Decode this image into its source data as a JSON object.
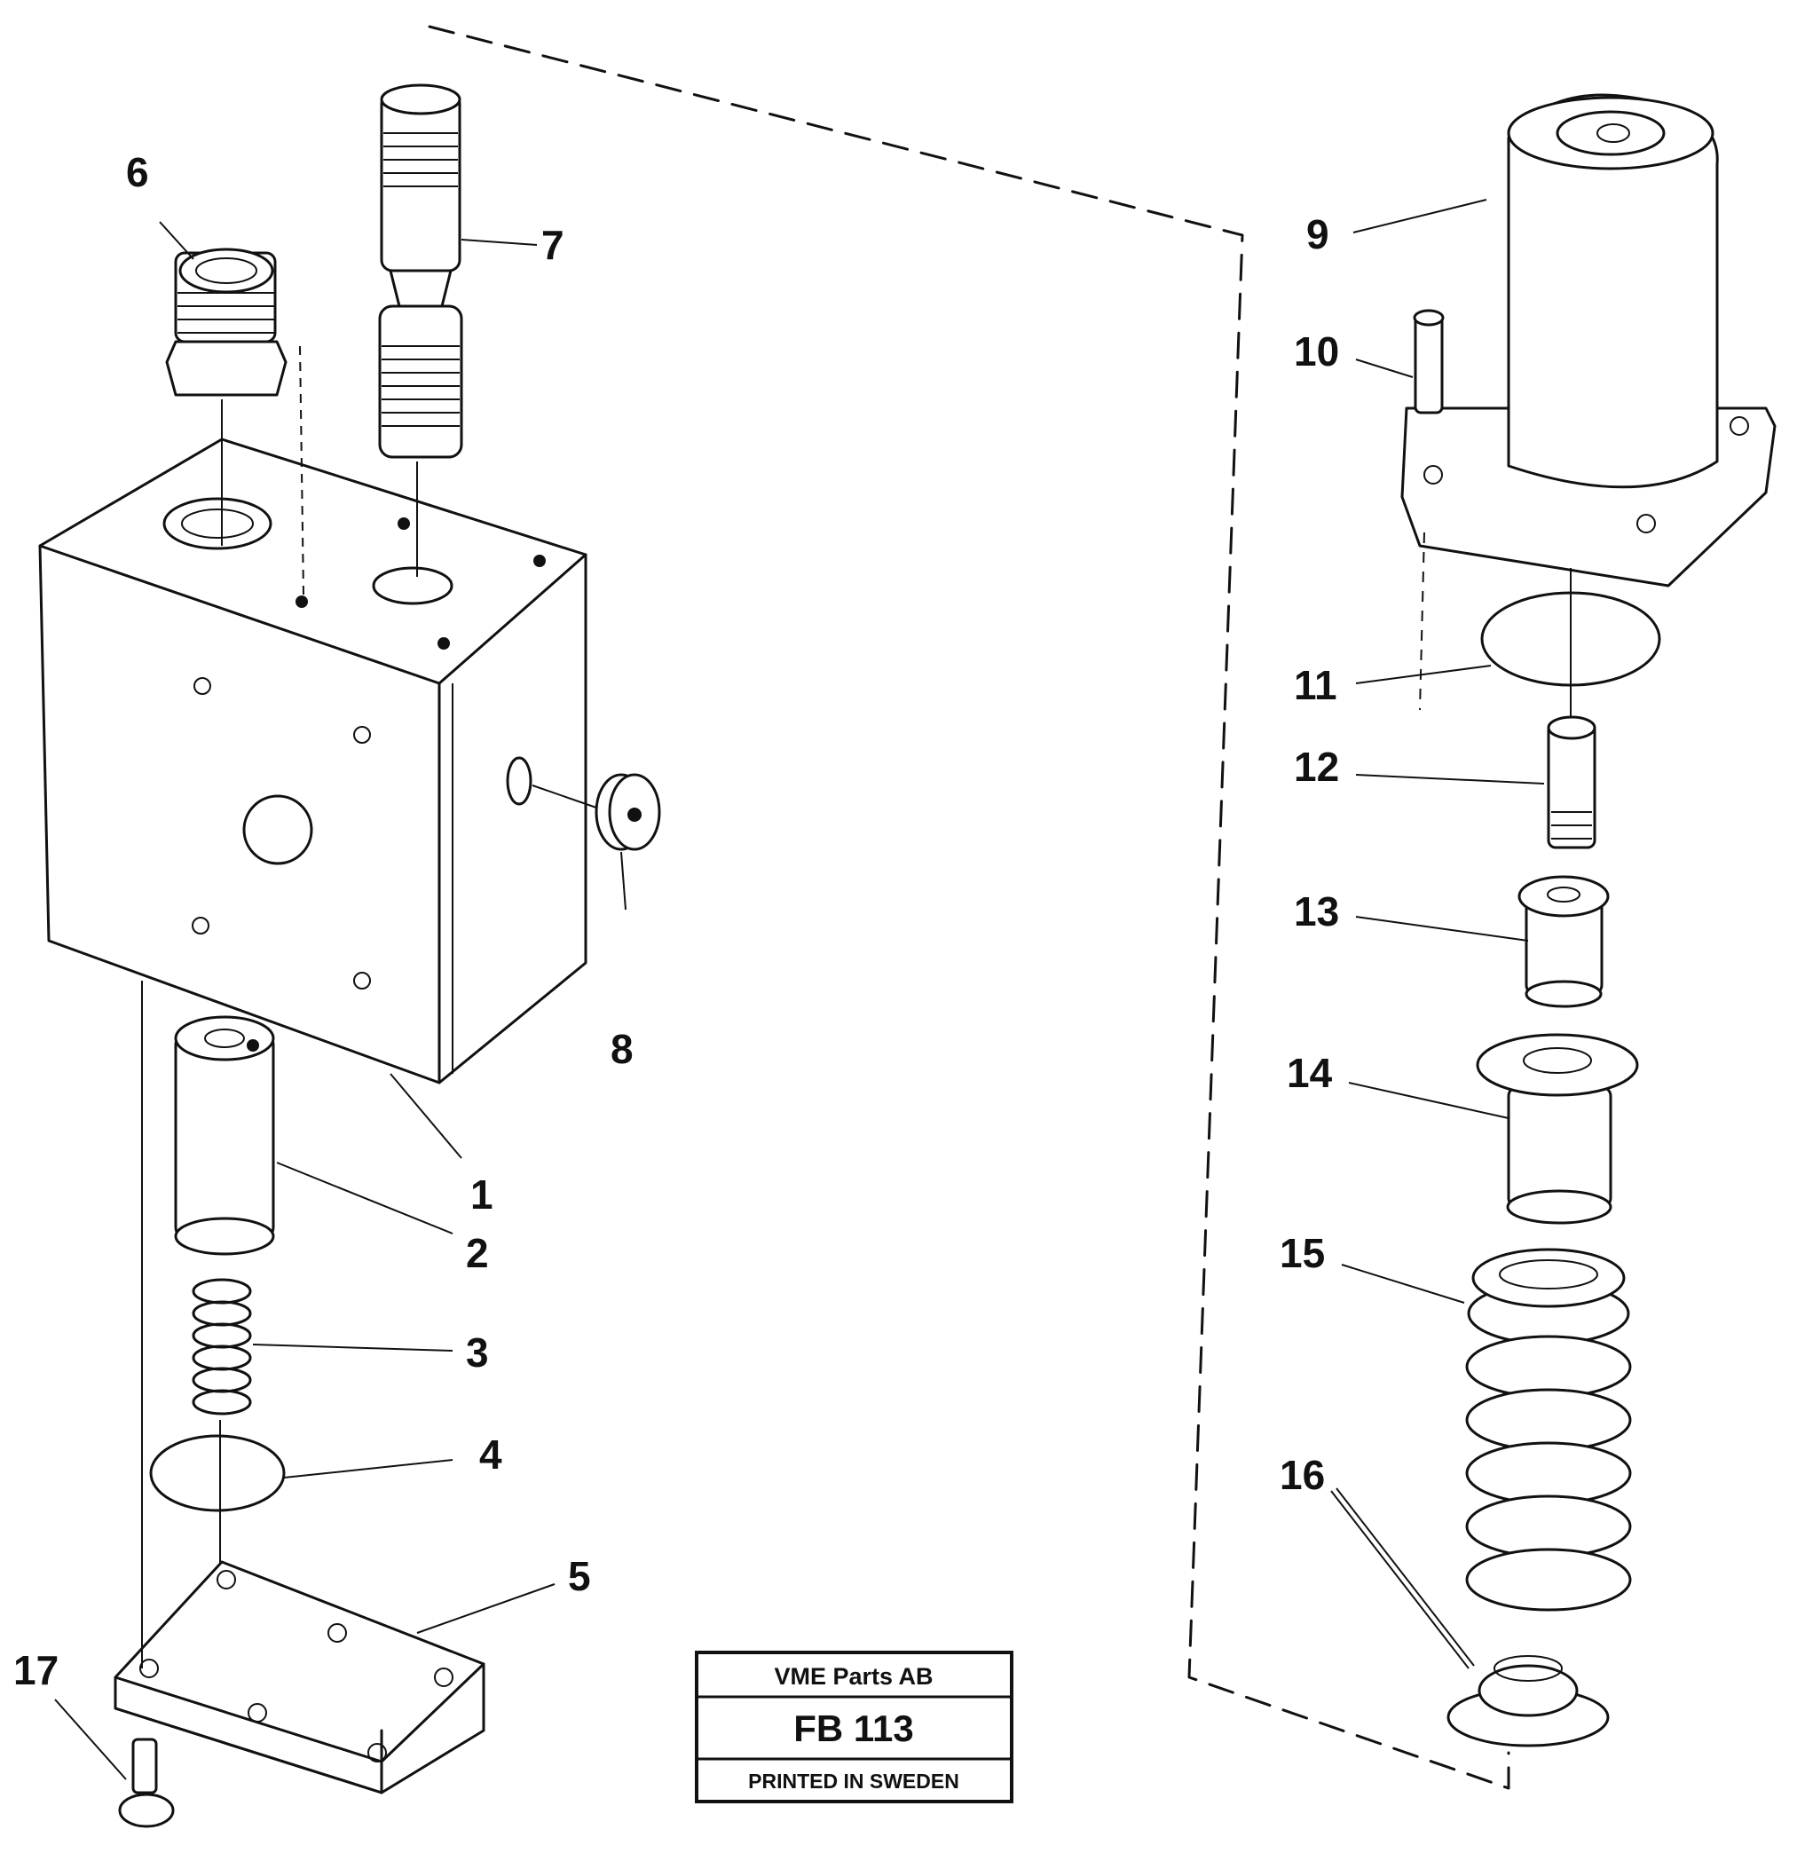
{
  "callouts": {
    "c1": "1",
    "c2": "2",
    "c3": "3",
    "c4": "4",
    "c5": "5",
    "c6": "6",
    "c7": "7",
    "c8": "8",
    "c9": "9",
    "c10": "10",
    "c11": "11",
    "c12": "12",
    "c13": "13",
    "c14": "14",
    "c15": "15",
    "c16": "16",
    "c17": "17"
  },
  "stamp": {
    "company": "VME Parts AB",
    "code": "FB 113",
    "printed": "PRINTED IN SWEDEN"
  },
  "colors": {
    "ink": "#111111",
    "paper": "#ffffff"
  }
}
